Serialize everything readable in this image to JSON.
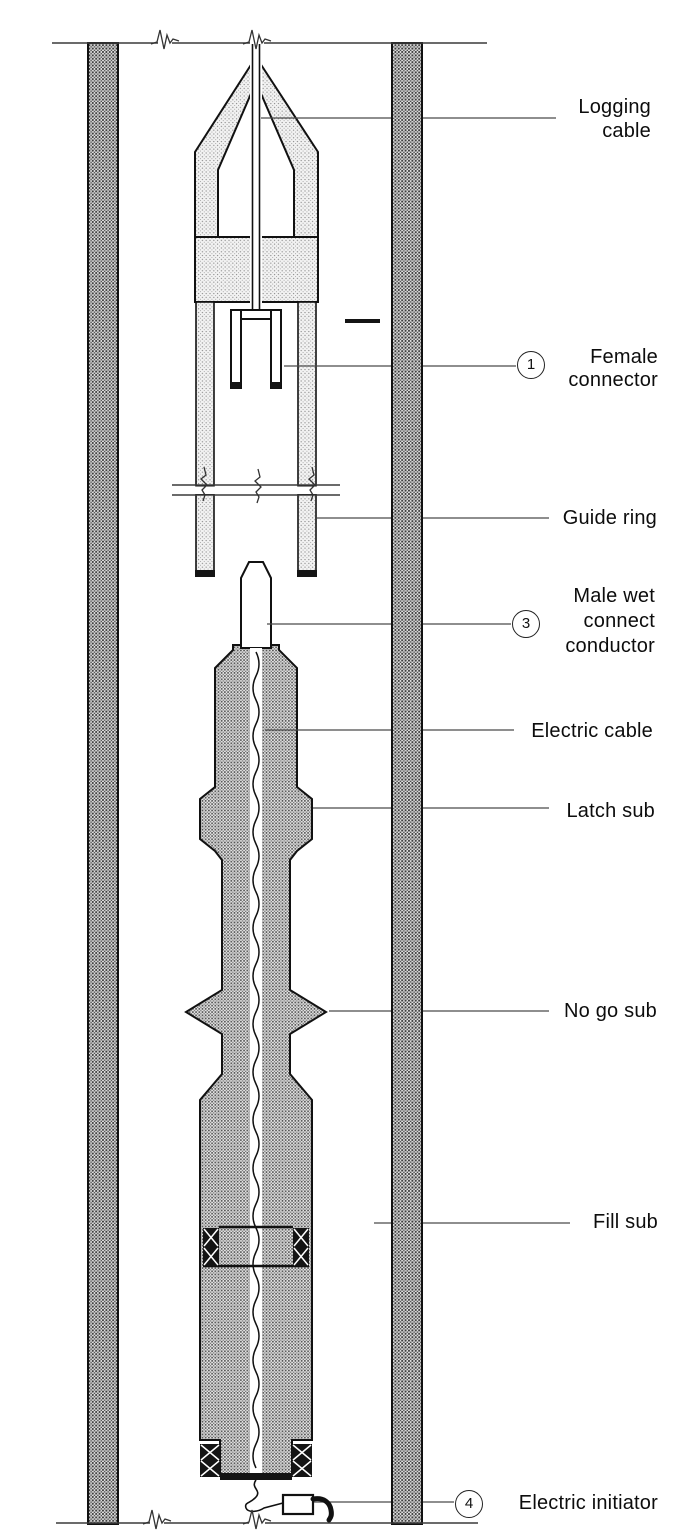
{
  "labels": {
    "logging_cable": "Logging\ncable",
    "female_connector": "Female\nconnector",
    "guide_ring": "Guide ring",
    "male_wet_connect": "Male wet\nconnect\nconductor",
    "electric_cable": "Electric cable",
    "latch_sub": "Latch sub",
    "no_go_sub": "No go sub",
    "fill_sub": "Fill sub",
    "electric_initiator": "Electric initiator"
  },
  "callouts": {
    "female_connector": "1",
    "male_wet_connect": "3",
    "electric_initiator": "4"
  },
  "colors": {
    "ink": "#111111",
    "leader": "#4a4a4a",
    "paper": "#ffffff",
    "wall_tone": "#a6a6a6",
    "upper_tool_tone": "#e6e6e6",
    "lower_tool_tone": "#bdbdbd"
  }
}
